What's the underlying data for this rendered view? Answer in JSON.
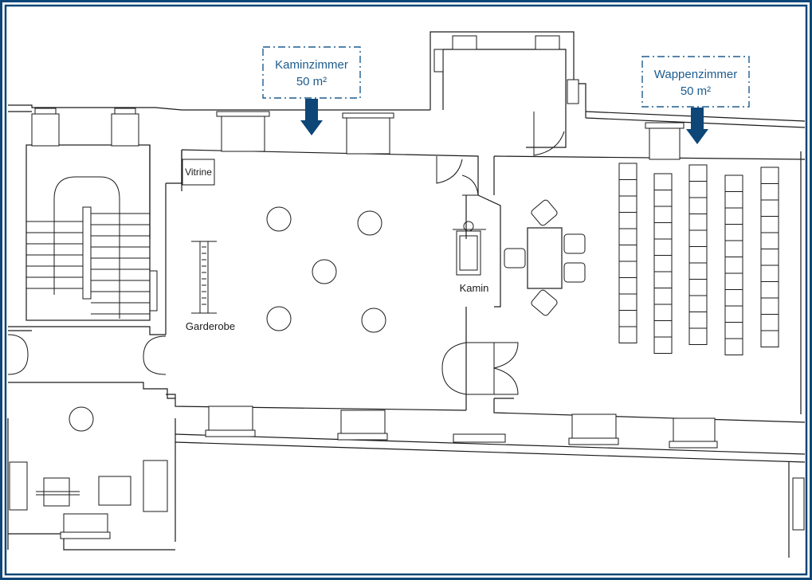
{
  "colors": {
    "frame": "#0d4677",
    "wall": "#1a1a1a",
    "callout": "#1d5c8e",
    "arrow": "#0d4677",
    "background": "#ffffff"
  },
  "callouts": [
    {
      "id": "kaminzimmer",
      "name": "Kaminzimmer",
      "area": "50 m²"
    },
    {
      "id": "wappenzimmer",
      "name": "Wappenzimmer",
      "area": "50 m²"
    }
  ],
  "labels": {
    "vitrine": "Vitrine",
    "garderobe": "Garderobe",
    "kamin": "Kamin"
  },
  "icons": {
    "arrow": "down-arrow-icon",
    "table": "round-table-icon",
    "chair": "chair-icon",
    "door": "door-swing-icon"
  }
}
